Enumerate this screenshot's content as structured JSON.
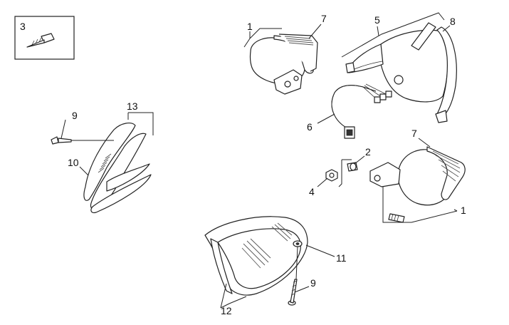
{
  "diagram": {
    "callouts": [
      {
        "id": "c3",
        "text": "3"
      },
      {
        "id": "c1a",
        "text": "1"
      },
      {
        "id": "c7a",
        "text": "7"
      },
      {
        "id": "c5",
        "text": "5"
      },
      {
        "id": "c8",
        "text": "8"
      },
      {
        "id": "c13",
        "text": "13"
      },
      {
        "id": "c9a",
        "text": "9"
      },
      {
        "id": "c10",
        "text": "10"
      },
      {
        "id": "c6",
        "text": "6"
      },
      {
        "id": "c7b",
        "text": "7"
      },
      {
        "id": "c2",
        "text": "2"
      },
      {
        "id": "c4",
        "text": "4"
      },
      {
        "id": "c1b",
        "text": "1"
      },
      {
        "id": "c11",
        "text": "11"
      },
      {
        "id": "c9b",
        "text": "9"
      },
      {
        "id": "c12",
        "text": "12"
      }
    ]
  }
}
